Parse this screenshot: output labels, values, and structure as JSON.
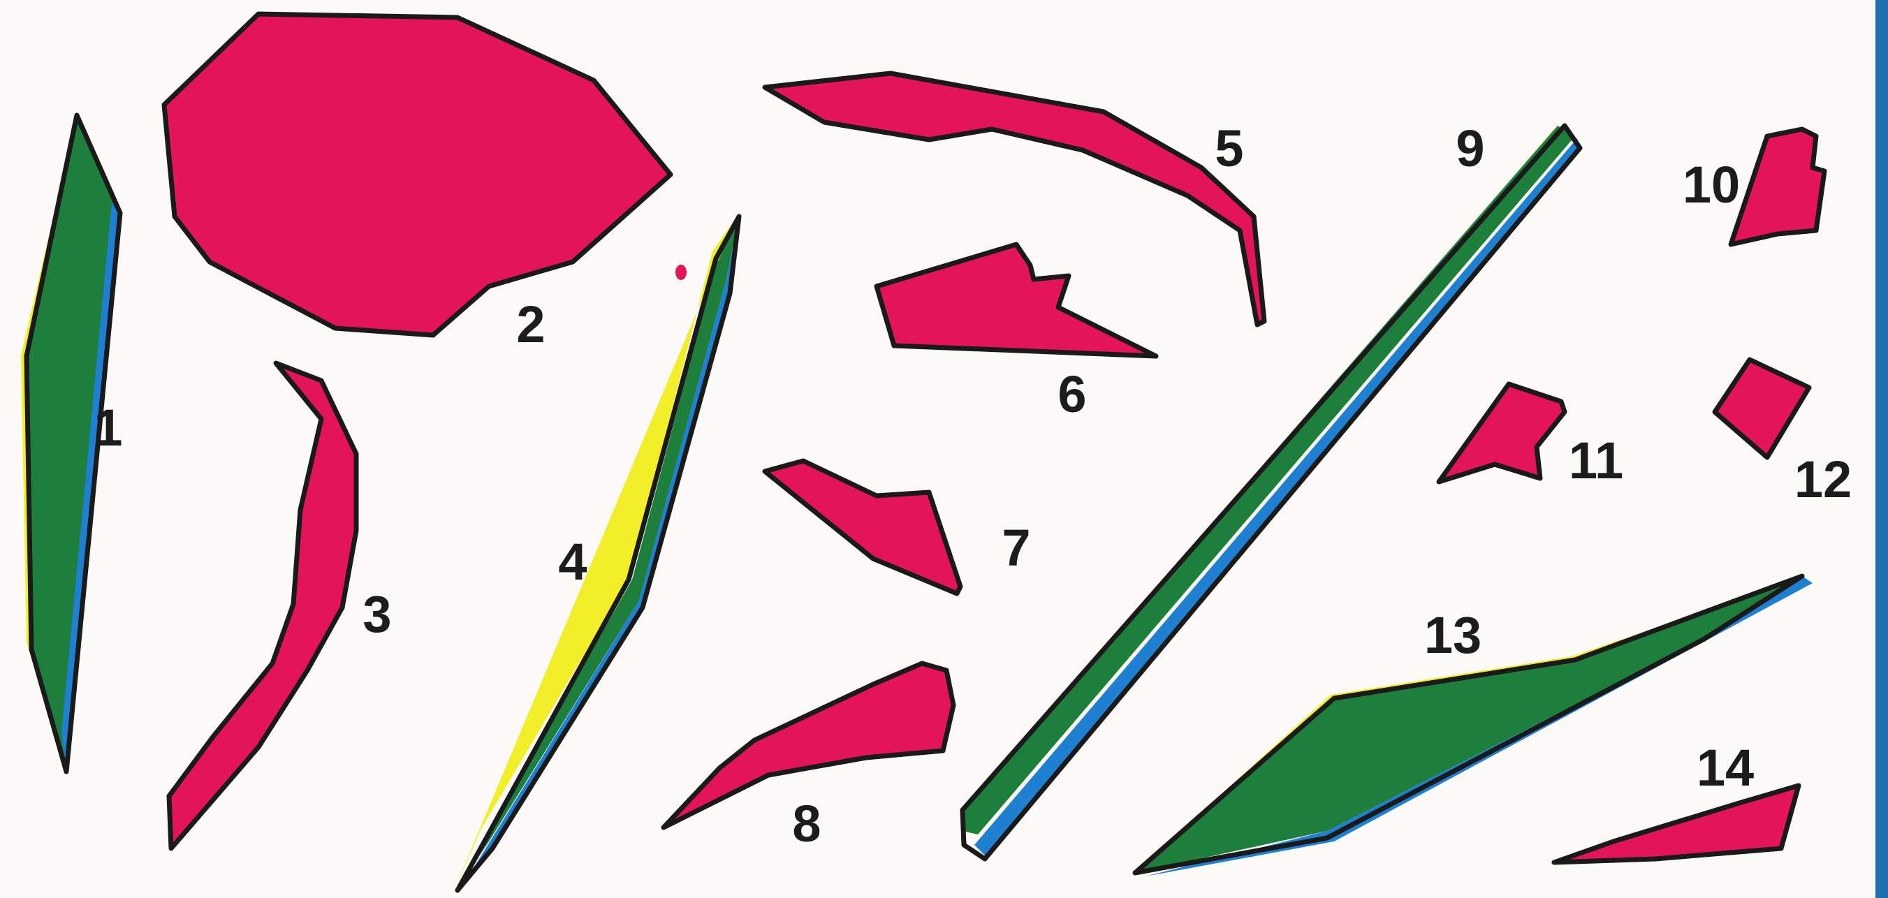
{
  "colors": {
    "pink": "#e3145a",
    "green": "#1e7f3c",
    "blue": "#1f7fd0",
    "yellow": "#f2ee2a",
    "outline": "#1a1a1a",
    "background": "#fbfaf6",
    "border": "#1f6fb0"
  },
  "pieces": [
    {
      "number": "1",
      "color": "green"
    },
    {
      "number": "2",
      "color": "pink"
    },
    {
      "number": "3",
      "color": "pink"
    },
    {
      "number": "4",
      "color": "green"
    },
    {
      "number": "5",
      "color": "pink"
    },
    {
      "number": "6",
      "color": "pink"
    },
    {
      "number": "7",
      "color": "pink"
    },
    {
      "number": "8",
      "color": "pink"
    },
    {
      "number": "9",
      "color": "green"
    },
    {
      "number": "10",
      "color": "pink"
    },
    {
      "number": "11",
      "color": "pink"
    },
    {
      "number": "12",
      "color": "pink"
    },
    {
      "number": "13",
      "color": "green"
    },
    {
      "number": "14",
      "color": "pink"
    }
  ]
}
